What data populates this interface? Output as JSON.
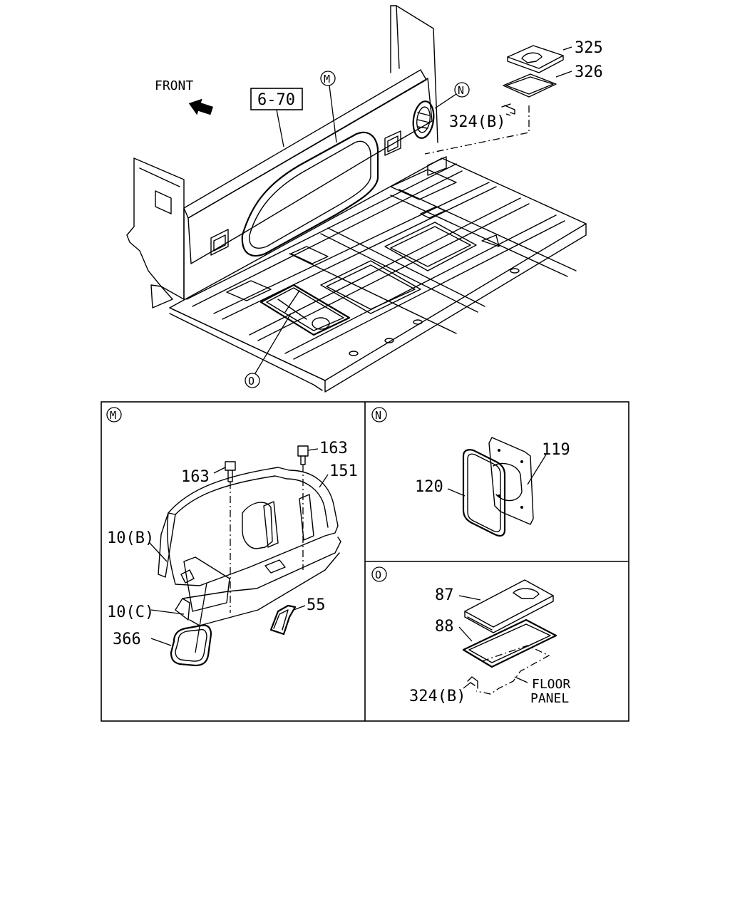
{
  "diagram": {
    "front_label": "FRONT",
    "ref_box": "6-70",
    "main_labels": {
      "p325": "325",
      "p326": "326",
      "p324b_top": "324(B)",
      "call_m": "M",
      "call_n": "N",
      "call_o": "O"
    },
    "panel_m": {
      "title": "M",
      "labels": {
        "p163_left": "163",
        "p163_right": "163",
        "p151": "151",
        "p10b": "10(B)",
        "p10c": "10(C)",
        "p366": "366",
        "p55": "55"
      }
    },
    "panel_n": {
      "title": "N",
      "labels": {
        "p119": "119",
        "p120": "120"
      }
    },
    "panel_o": {
      "title": "O",
      "labels": {
        "p87": "87",
        "p88": "88",
        "p324b": "324(B)",
        "floor_line1": "FLOOR",
        "floor_line2": "PANEL"
      }
    }
  }
}
